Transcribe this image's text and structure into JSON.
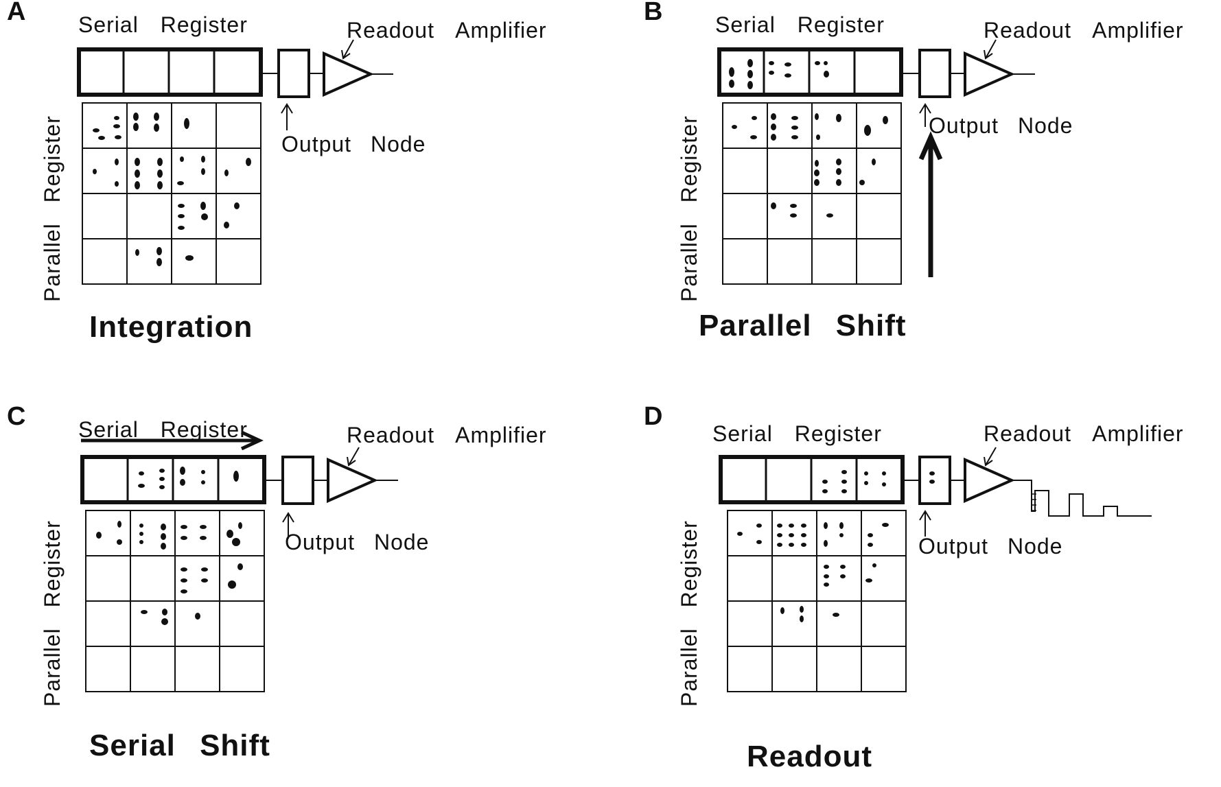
{
  "panels": [
    {
      "letter": "A",
      "serial": "Serial Register",
      "amp": "Readout Amplifier",
      "node": "Output Node",
      "parallel": "Parallel Register",
      "caption": "Integration"
    },
    {
      "letter": "B",
      "serial": "Serial Register",
      "amp": "Readout Amplifier",
      "node": "Output Node",
      "parallel": "Parallel Register",
      "caption": "Parallel Shift"
    },
    {
      "letter": "C",
      "serial": "Serial Register",
      "amp": "Readout Amplifier",
      "node": "Output Node",
      "parallel": "Parallel Register",
      "caption": "Serial Shift"
    },
    {
      "letter": "D",
      "serial": "Serial Register",
      "amp": "Readout Amplifier",
      "node": "Output Node",
      "parallel": "Parallel Register",
      "caption": "Readout"
    }
  ],
  "colors": {
    "ink": "#111111",
    "background": "#ffffff"
  }
}
